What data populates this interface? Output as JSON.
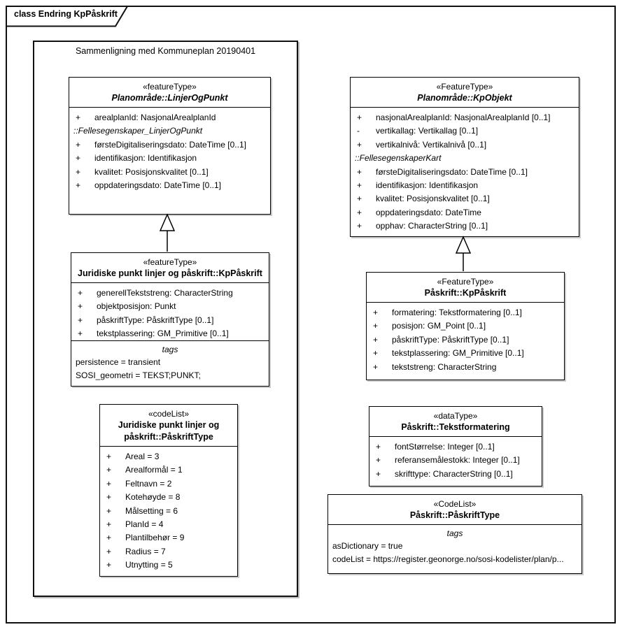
{
  "diagram": {
    "title": "class Endring KpPåskrift",
    "frame_label": "Sammenligning med Kommuneplan 20190401",
    "border_color": "#111111",
    "shadow_color": "#c9c9c9"
  },
  "classes": {
    "linjer_og_punkt": {
      "stereotype": "«featureType»",
      "name": "Planområde::LinjerOgPunkt",
      "attributes": [
        {
          "vis": "+",
          "text": "arealplanId: NasjonalArealplanId"
        },
        {
          "vis": "",
          "text": "::Fellesegenskaper_LinjerOgPunkt",
          "style": "section"
        },
        {
          "vis": "+",
          "text": "førsteDigitaliseringsdato: DateTime [0..1]"
        },
        {
          "vis": "+",
          "text": "identifikasjon: Identifikasjon"
        },
        {
          "vis": "+",
          "text": "kvalitet: Posisjonskvalitet [0..1]"
        },
        {
          "vis": "+",
          "text": "oppdateringsdato: DateTime [0..1]"
        }
      ]
    },
    "kp_objekt": {
      "stereotype": "«FeatureType»",
      "name": "Planområde::KpObjekt",
      "attributes": [
        {
          "vis": "+",
          "text": "nasjonalArealplanId: NasjonalArealplanId [0..1]"
        },
        {
          "vis": "-",
          "text": "vertikallag: Vertikallag [0..1]"
        },
        {
          "vis": "+",
          "text": "vertikalnivå: Vertikalnivå [0..1]"
        },
        {
          "vis": "",
          "text": "::FellesegenskaperKart",
          "style": "section"
        },
        {
          "vis": "+",
          "text": "førsteDigitaliseringsdato: DateTime [0..1]"
        },
        {
          "vis": "+",
          "text": "identifikasjon: Identifikasjon"
        },
        {
          "vis": "+",
          "text": "kvalitet: Posisjonskvalitet [0..1]"
        },
        {
          "vis": "+",
          "text": "oppdateringsdato: DateTime"
        },
        {
          "vis": "+",
          "text": "opphav: CharacterString [0..1]"
        }
      ]
    },
    "kp_paaskrift_juridiske": {
      "stereotype": "«featureType»",
      "name": "Juridiske punkt linjer og påskrift::KpPåskrift",
      "attributes": [
        {
          "vis": "+",
          "text": "generellTekststreng: CharacterString"
        },
        {
          "vis": "+",
          "text": "objektposisjon: Punkt"
        },
        {
          "vis": "+",
          "text": "påskriftType: PåskriftType [0..1]"
        },
        {
          "vis": "+",
          "text": "tekstplassering: GM_Primitive [0..1]"
        }
      ],
      "tags_label": "tags",
      "tags": [
        "persistence = transient",
        "SOSI_geometri = TEKST;PUNKT;"
      ]
    },
    "kp_paaskrift": {
      "stereotype": "«FeatureType»",
      "name": "Påskrift::KpPåskrift",
      "attributes": [
        {
          "vis": "+",
          "text": "formatering: Tekstformatering [0..1]"
        },
        {
          "vis": "+",
          "text": "posisjon: GM_Point [0..1]"
        },
        {
          "vis": "+",
          "text": "påskriftType: PåskriftType [0..1]"
        },
        {
          "vis": "+",
          "text": "tekstplassering: GM_Primitive [0..1]"
        },
        {
          "vis": "+",
          "text": "tekststreng: CharacterString"
        }
      ]
    },
    "paaskrift_type_juridiske": {
      "stereotype": "«codeList»",
      "name": "Juridiske punkt linjer og påskrift::PåskriftType",
      "attributes": [
        {
          "vis": "+",
          "text": "Areal = 3"
        },
        {
          "vis": "+",
          "text": "Arealformål = 1"
        },
        {
          "vis": "+",
          "text": "Feltnavn = 2"
        },
        {
          "vis": "+",
          "text": "Kotehøyde = 8"
        },
        {
          "vis": "+",
          "text": "Målsetting = 6"
        },
        {
          "vis": "+",
          "text": "PlanId = 4"
        },
        {
          "vis": "+",
          "text": "Plantilbehør = 9"
        },
        {
          "vis": "+",
          "text": "Radius = 7"
        },
        {
          "vis": "+",
          "text": "Utnytting = 5"
        }
      ]
    },
    "tekstformatering": {
      "stereotype": "«dataType»",
      "name": "Påskrift::Tekstformatering",
      "attributes": [
        {
          "vis": "+",
          "text": "fontStørrelse: Integer [0..1]"
        },
        {
          "vis": "+",
          "text": "referansemålestokk: Integer [0..1]"
        },
        {
          "vis": "+",
          "text": "skrifttype: CharacterString [0..1]"
        }
      ]
    },
    "paaskrift_type": {
      "stereotype": "«CodeList»",
      "name": "Påskrift::PåskriftType",
      "tags_label": "tags",
      "tags": [
        "asDictionary = true",
        "codeList = https://register.geonorge.no/sosi-kodelister/plan/p..."
      ]
    }
  }
}
